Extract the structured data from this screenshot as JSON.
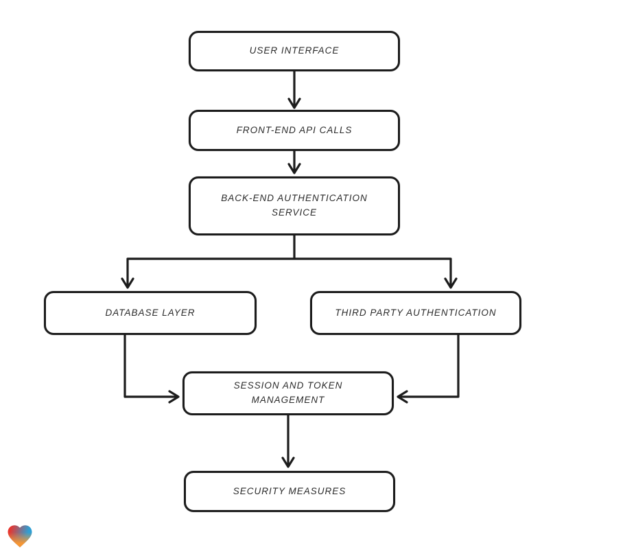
{
  "diagram": {
    "type": "flowchart",
    "direction": "top-down",
    "stroke_color": "#1c1c1c",
    "node_fill": "#ffffff",
    "background_color": "#ffffff",
    "nodes": [
      {
        "id": "user_interface",
        "label": "USER INTERFACE"
      },
      {
        "id": "front_end_api_calls",
        "label": "FRONT-END API CALLS"
      },
      {
        "id": "back_end_authentication_service",
        "label": "BACK-END AUTHENTICATION SERVICE"
      },
      {
        "id": "database_layer",
        "label": "DATABASE LAYER"
      },
      {
        "id": "third_party_authentication",
        "label": "THIRD PARTY AUTHENTICATION"
      },
      {
        "id": "session_and_token_management",
        "label": "SESSION AND TOKEN MANAGEMENT"
      },
      {
        "id": "security_measures",
        "label": "SECURITY MEASURES"
      }
    ],
    "edges": [
      {
        "from": "user_interface",
        "to": "front_end_api_calls"
      },
      {
        "from": "front_end_api_calls",
        "to": "back_end_authentication_service"
      },
      {
        "from": "back_end_authentication_service",
        "to": "database_layer"
      },
      {
        "from": "back_end_authentication_service",
        "to": "third_party_authentication"
      },
      {
        "from": "database_layer",
        "to": "session_and_token_management"
      },
      {
        "from": "third_party_authentication",
        "to": "session_and_token_management"
      },
      {
        "from": "session_and_token_management",
        "to": "security_measures"
      }
    ]
  },
  "branding": {
    "logo_icon": "heart-gradient-icon",
    "logo_colors": {
      "red": "#e8342e",
      "blue": "#2f9fd4",
      "orange": "#f79633"
    }
  }
}
